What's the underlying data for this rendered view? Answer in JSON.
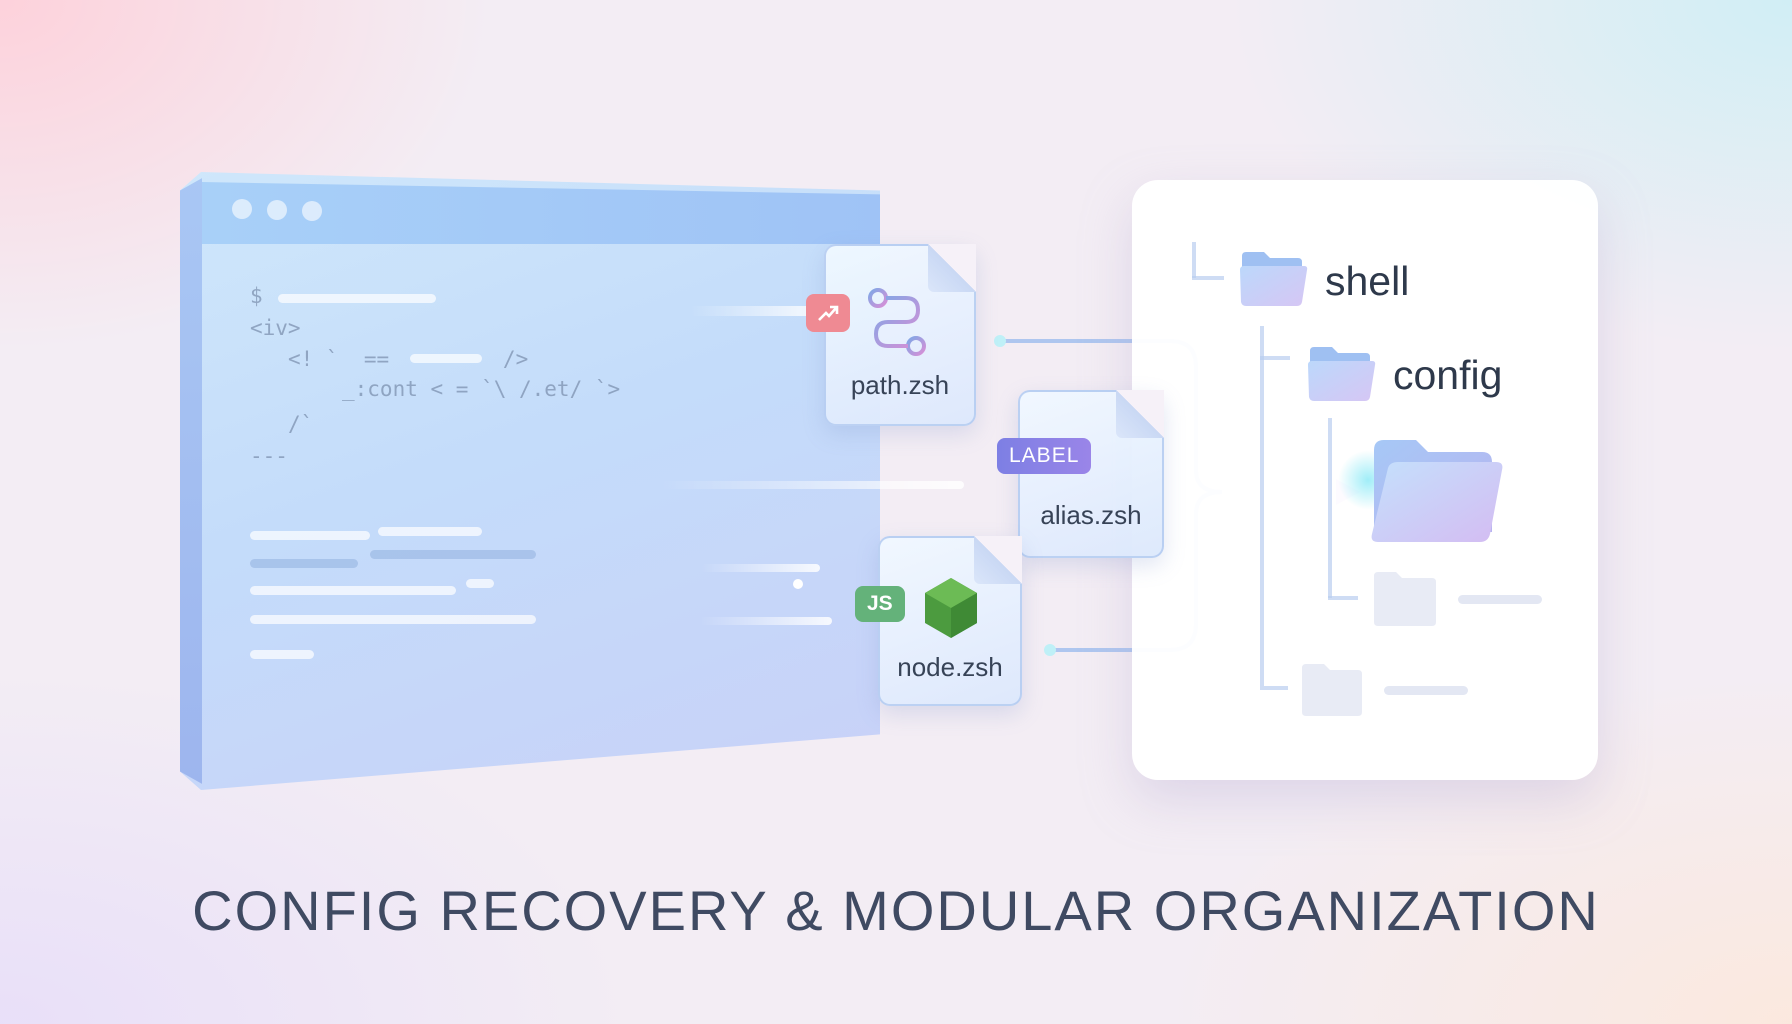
{
  "terminal": {
    "prompt": "$",
    "code_lines": [
      "<iv>",
      "<! `  ==         />",
      "_:cont < = `\\ /.et/ `>",
      "/`",
      "---"
    ]
  },
  "files": [
    {
      "name": "path.zsh",
      "badge": "",
      "icon": "git-branch-icon",
      "badge_icon": "trend-arrow-icon"
    },
    {
      "name": "alias.zsh",
      "badge": "LABEL",
      "icon": "file-icon"
    },
    {
      "name": "node.zsh",
      "badge": "JS",
      "icon": "nodejs-hexagon-icon"
    }
  ],
  "tree": {
    "root": "shell",
    "child": "config"
  },
  "caption": "CONFIG RECOVERY & MODULAR ORGANIZATION",
  "colors": {
    "accent_purple": "#8a7ee0",
    "badge_red": "#ef8a93",
    "badge_green": "#64b27a",
    "node_green": "#4c9b3f",
    "caption_text": "#3f4a62"
  }
}
